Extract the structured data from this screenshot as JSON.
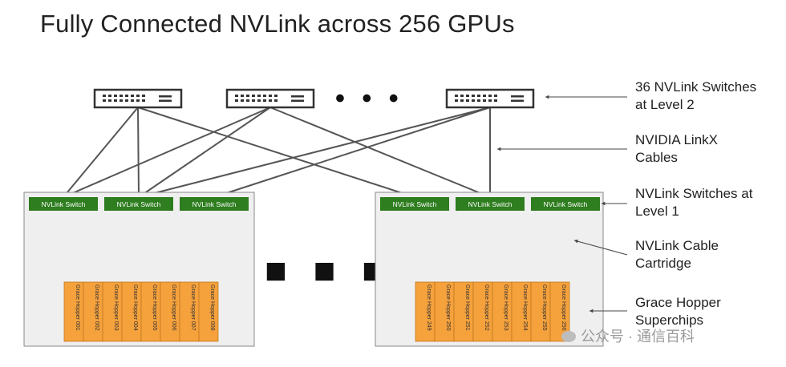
{
  "title": "Fully Connected NVLink across 256 GPUs",
  "ellipsis_top": "• • •",
  "ellipsis_mid": "■ ■ ■",
  "level2_switches": [
    {
      "id": "l2-a"
    },
    {
      "id": "l2-b"
    },
    {
      "id": "l2-c"
    }
  ],
  "trays": [
    {
      "switches": [
        "NVLink Switch",
        "NVLink Switch",
        "NVLink Switch"
      ],
      "chips": [
        "Grace Hopper 001",
        "Grace Hopper 002",
        "Grace Hopper 003",
        "Grace Hopper 004",
        "Grace Hopper 005",
        "Grace Hopper 006",
        "Grace Hopper 007",
        "Grace Hopper 008"
      ]
    },
    {
      "switches": [
        "NVLink Switch",
        "NVLink Switch",
        "NVLink Switch"
      ],
      "chips": [
        "Grace Hopper 249",
        "Grace Hopper 250",
        "Grace Hopper 251",
        "Grace Hopper 252",
        "Grace Hopper 253",
        "Grace Hopper 254",
        "Grace Hopper 255",
        "Grace Hopper 256"
      ]
    }
  ],
  "annotations": {
    "level2": [
      "36 NVLink Switches",
      "at Level 2"
    ],
    "cables": [
      "NVIDIA LinkX",
      "Cables"
    ],
    "level1": [
      "NVLink Switches at",
      "Level 1"
    ],
    "cartridge": [
      "NVLink Cable",
      "Cartridge"
    ],
    "superchips": [
      "Grace Hopper",
      "Superchips"
    ]
  },
  "watermark": "公众号 · 通信百科",
  "colors": {
    "switch_green": "#2e7d1f",
    "chip_orange": "#f5a13c",
    "tray_bg": "#efefef",
    "line": "#6f6f6f"
  }
}
